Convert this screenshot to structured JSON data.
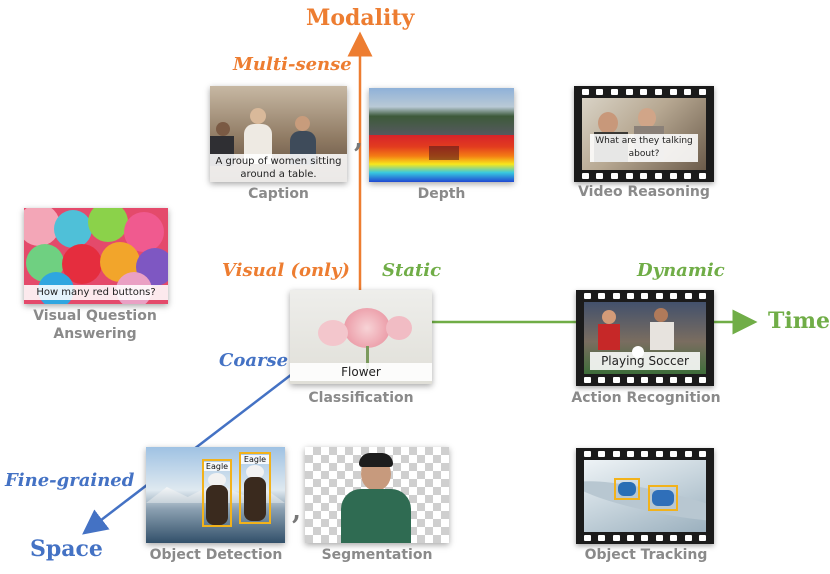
{
  "axes": {
    "modality": {
      "title": "Modality",
      "high_label": "Multi-sense",
      "low_label_main": "Visual (",
      "low_label_em": "only",
      "low_label_end": ")",
      "color": "#ED7D31"
    },
    "time": {
      "title": "Time",
      "static_label": "Static",
      "dynamic_label": "Dynamic",
      "color": "#70AD47"
    },
    "space": {
      "title": "Space",
      "coarse_label": "Coarse",
      "fine_label": "Fine-grained",
      "color": "#4472C4"
    }
  },
  "tasks": {
    "caption": {
      "label": "Caption",
      "overlay": "A group of women sitting around a table."
    },
    "depth": {
      "label": "Depth"
    },
    "video_reasoning": {
      "label": "Video Reasoning",
      "overlay": "What are they talking about?"
    },
    "vqa": {
      "label": "Visual Question Answering",
      "overlay": "How many red buttons?"
    },
    "classification": {
      "label": "Classification",
      "overlay": "Flower"
    },
    "action_recognition": {
      "label": "Action Recognition",
      "overlay": "Playing Soccer"
    },
    "object_detection": {
      "label": "Object Detection",
      "box_label": "Eagle"
    },
    "segmentation": {
      "label": "Segmentation"
    },
    "object_tracking": {
      "label": "Object Tracking"
    }
  },
  "separator": ","
}
